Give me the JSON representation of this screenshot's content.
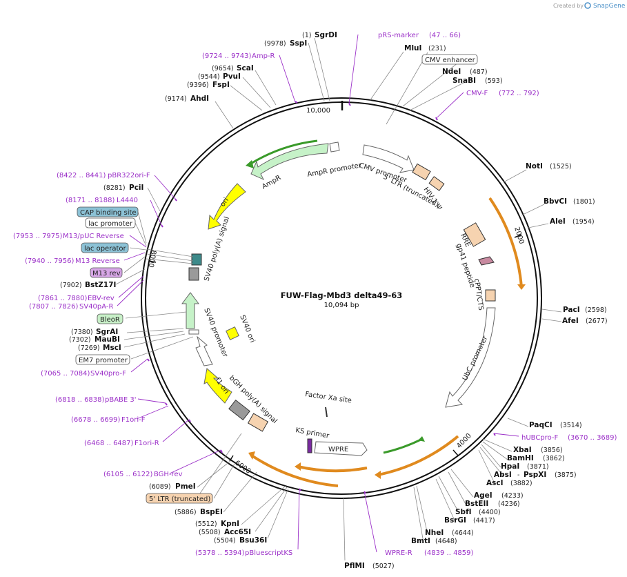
{
  "header": {
    "created_by": "Created by",
    "brand": "SnapGene"
  },
  "plasmid": {
    "name": "FUW-Flag-Mbd3 delta49-63",
    "size_label": "10,094 bp"
  },
  "ticks": {
    "t2000": "2000",
    "t4000": "4000",
    "t6000": "6000",
    "t8000": "8000",
    "t10000": "10,000"
  },
  "enzymes": [
    {
      "name": "SgrDI",
      "pos": "(1)"
    },
    {
      "name": "SspI",
      "pos": "(9978)"
    },
    {
      "name": "MluI",
      "pos": "(231)"
    },
    {
      "name": "ScaI",
      "pos": "(9654)"
    },
    {
      "name": "PvuI",
      "pos": "(9544)"
    },
    {
      "name": "FspI",
      "pos": "(9396)"
    },
    {
      "name": "AhdI",
      "pos": "(9174)"
    },
    {
      "name": "NdeI",
      "pos": "(487)"
    },
    {
      "name": "SnaBI",
      "pos": "(593)"
    },
    {
      "name": "NotI",
      "pos": "(1525)"
    },
    {
      "name": "BbvCI",
      "pos": "(1801)"
    },
    {
      "name": "AleI",
      "pos": "(1954)"
    },
    {
      "name": "PacI",
      "pos": "(2598)"
    },
    {
      "name": "AfeI",
      "pos": "(2677)"
    },
    {
      "name": "PaqCI",
      "pos": "(3514)"
    },
    {
      "name": "XbaI",
      "pos": "(3856)"
    },
    {
      "name": "BamHI",
      "pos": "(3862)"
    },
    {
      "name": "HpaI",
      "pos": "(3871)"
    },
    {
      "name": "AbsI",
      "pos": ""
    },
    {
      "name": "PspXI",
      "pos": "(3875)"
    },
    {
      "name": "AscI",
      "pos": "(3882)"
    },
    {
      "name": "AgeI",
      "pos": "(4233)"
    },
    {
      "name": "BstEII",
      "pos": "(4236)"
    },
    {
      "name": "SbfI",
      "pos": "(4400)"
    },
    {
      "name": "BsrGI",
      "pos": "(4417)"
    },
    {
      "name": "NheI",
      "pos": "(4644)"
    },
    {
      "name": "BmtI",
      "pos": "(4648)"
    },
    {
      "name": "PflMI",
      "pos": "(5027)"
    },
    {
      "name": "KpnI",
      "pos": "(5512)"
    },
    {
      "name": "Acc65I",
      "pos": "(5508)"
    },
    {
      "name": "Bsu36I",
      "pos": "(5504)"
    },
    {
      "name": "BspEI",
      "pos": "(5886)"
    },
    {
      "name": "PmeI",
      "pos": "(6089)"
    },
    {
      "name": "SgrAI",
      "pos": "(7380)"
    },
    {
      "name": "MauBI",
      "pos": "(7302)"
    },
    {
      "name": "MscI",
      "pos": "(7269)"
    },
    {
      "name": "BstZ17I",
      "pos": "(7902)"
    },
    {
      "name": "PciI",
      "pos": "(8281)"
    }
  ],
  "primers": [
    {
      "name": "pRS-marker",
      "range": "(47 .. 66)"
    },
    {
      "name": "Amp-R",
      "range": "(9724 .. 9743)"
    },
    {
      "name": "CMV-F",
      "range": "(772 .. 792)"
    },
    {
      "name": "pBR322ori-F",
      "range": "(8422 .. 8441)"
    },
    {
      "name": "L4440",
      "range": "(8171 .. 8188)"
    },
    {
      "name": "M13/pUC Reverse",
      "range": "(7953 .. 7975)"
    },
    {
      "name": "M13 Reverse",
      "range": "(7940 .. 7956)"
    },
    {
      "name": "EBV-rev",
      "range": "(7861 .. 7880)"
    },
    {
      "name": "SV40pA-R",
      "range": "(7807 .. 7826)"
    },
    {
      "name": "SV40pro-F",
      "range": "(7065 .. 7084)"
    },
    {
      "name": "pBABE 3'",
      "range": "(6818 .. 6838)"
    },
    {
      "name": "F1ori-F",
      "range": "(6678 .. 6699)"
    },
    {
      "name": "F1ori-R",
      "range": "(6468 .. 6487)"
    },
    {
      "name": "BGH-rev",
      "range": "(6105 .. 6122)"
    },
    {
      "name": "hUBCpro-F",
      "range": "(3670 .. 3689)"
    },
    {
      "name": "WPRE-R",
      "range": "(4839 .. 4859)"
    },
    {
      "name": "pBluescriptKS",
      "range": "(5378 .. 5394)"
    }
  ],
  "boxed_labels": {
    "cmv_enhancer": "CMV enhancer",
    "cap_binding_site": "CAP binding site",
    "lac_promoter": "lac promoter",
    "lac_operator": "lac operator",
    "m13_rev": "M13 rev",
    "bleor": "BleoR",
    "em7_promoter": "EM7 promoter",
    "ltr_5_truncated": "5' LTR (truncated)"
  },
  "features": {
    "ampr_promoter": "AmpR promoter",
    "ampr": "AmpR",
    "ori": "ori",
    "sv40_polya": "SV40 poly(A) signal",
    "cmv_promoter": "CMV promoter",
    "ltr5": "5' LTR (truncated)",
    "hiv1_psi": "HIV-1 Ψ",
    "rre": "RRE",
    "gp41": "gp41 peptide",
    "cppt": "cPPT/CTS",
    "ubc_promoter": "UbC promoter",
    "factor_xa": "Factor Xa site",
    "ks_primer": "KS primer",
    "wpre": "WPRE",
    "sv40_ori": "SV40 ori",
    "sv40_promoter": "SV40 promoter",
    "f1_ori": "f1 ori",
    "bgh_polya": "bGH poly(A) signal"
  },
  "colors": {
    "primer": "#9b30c8",
    "orange_feature": "#e08a1e",
    "green_feature": "#3a9a2a",
    "ori": "#ffff00",
    "promoter": "#ffffff",
    "polya": "#9a9a9a",
    "ltr": "#f6d3b0",
    "lac_box": "#8cc2d6",
    "m13_box": "#d7a6e6",
    "bleor_box": "#c8f0c8"
  }
}
